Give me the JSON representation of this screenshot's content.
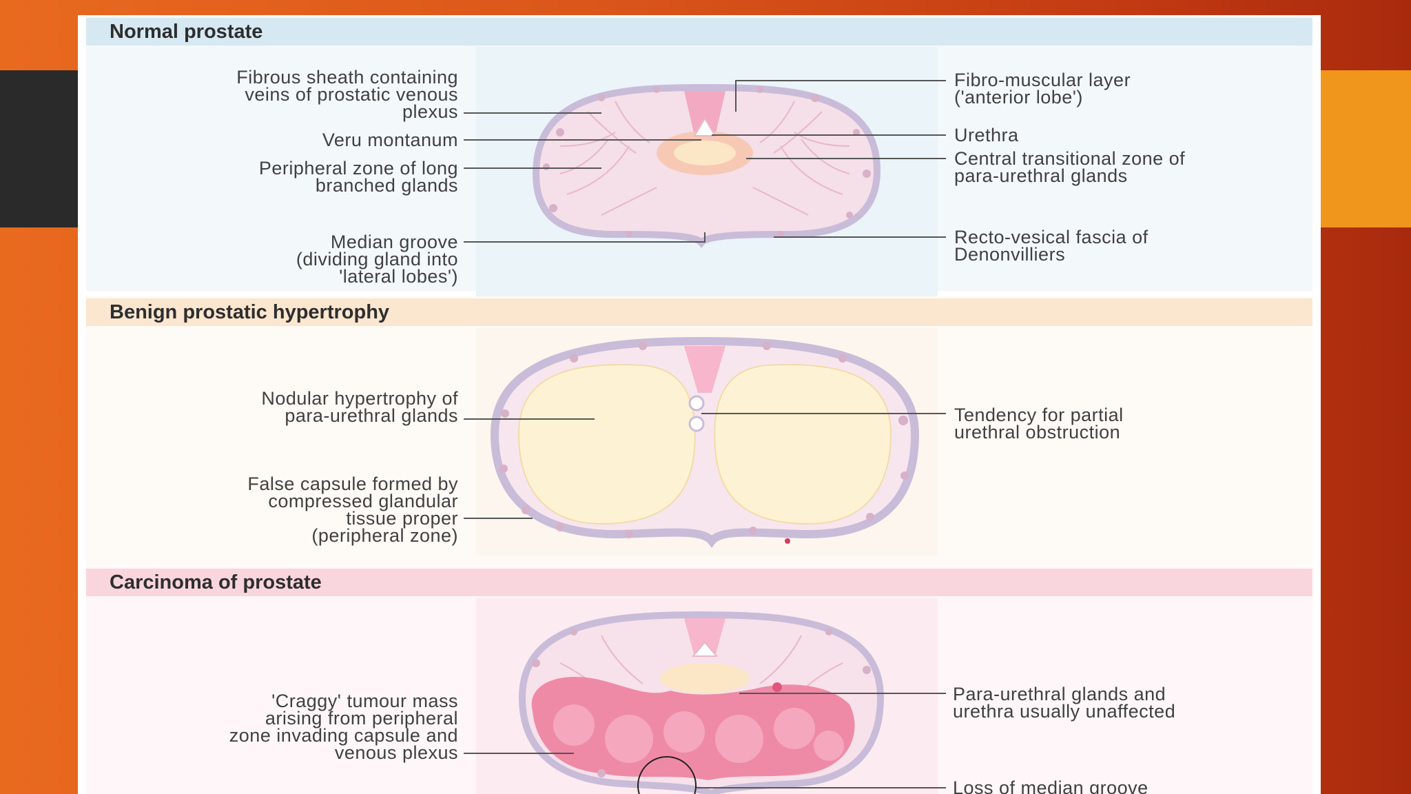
{
  "panels": {
    "normal": {
      "title": "Normal prostate",
      "labels": {
        "fibrous_sheath": "Fibrous sheath containing\nveins of prostatic venous\nplexus",
        "veru": "Veru montanum",
        "peripheral": "Peripheral zone of long\nbranched glands",
        "median_groove": "Median groove\n(dividing gland into\n'lateral lobes')",
        "fibromuscular": "Fibro-muscular layer\n('anterior lobe')",
        "urethra": "Urethra",
        "central_zone": "Central transitional zone of\npara-urethral glands",
        "fascia": "Recto-vesical fascia of\nDenonvilliers"
      }
    },
    "bph": {
      "title": "Benign prostatic hypertrophy",
      "labels": {
        "nodular": "Nodular hypertrophy of\npara-urethral glands",
        "false_capsule": "False capsule formed by\ncompressed glandular\ntissue proper\n(peripheral zone)",
        "obstruction": "Tendency for partial\nurethral obstruction"
      }
    },
    "carcinoma": {
      "title": "Carcinoma of prostate",
      "labels": {
        "craggy": "'Craggy' tumour mass\narising from peripheral\nzone invading capsule and\nvenous plexus",
        "para_urethral": "Para-urethral glands and\nurethra usually unaffected",
        "median_loss": "Loss of median groove"
      }
    }
  },
  "colors": {
    "header_normal": "#d6e9f2",
    "header_bph": "#fbe6cf",
    "header_carcinoma": "#f9d6de",
    "capsule": "#c9bcd9",
    "gland_tissue": "#f7e3ec",
    "nodule": "#fdf4d6",
    "tumour": "#ef8aa6"
  }
}
